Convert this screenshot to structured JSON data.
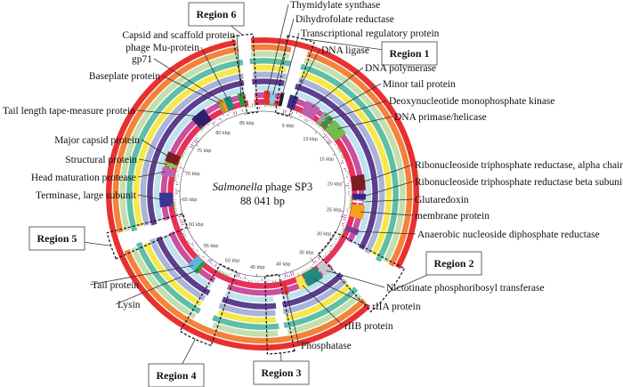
{
  "figure": {
    "genome_name_italic": "Salmonella",
    "genome_name_rest": " phage SP3",
    "genome_length": "88 041 bp",
    "genome_length_bp": 88041
  },
  "rings": {
    "colors": [
      "#e8312f",
      "#f4823a",
      "#c4dfae",
      "#5fbfa6",
      "#f6e84a",
      "#aab3d8",
      "#5c3f8f",
      "#bfe2ef",
      "#c9509e",
      "#e8305a"
    ]
  },
  "ticks": [
    {
      "kbp": 5,
      "label": "5 kbp"
    },
    {
      "kbp": 10,
      "label": "10 kbp"
    },
    {
      "kbp": 15,
      "label": "15 kbp"
    },
    {
      "kbp": 20,
      "label": "20 kbp"
    },
    {
      "kbp": 25,
      "label": "25 kbp"
    },
    {
      "kbp": 30,
      "label": "30 kbp"
    },
    {
      "kbp": 35,
      "label": "35 kbp"
    },
    {
      "kbp": 40,
      "label": "40 kbp"
    },
    {
      "kbp": 45,
      "label": "45 kbp"
    },
    {
      "kbp": 50,
      "label": "50 kbp"
    },
    {
      "kbp": 55,
      "label": "55 kbp"
    },
    {
      "kbp": 60,
      "label": "60 kbp"
    },
    {
      "kbp": 65,
      "label": "65 kbp"
    },
    {
      "kbp": 70,
      "label": "70 kbp"
    },
    {
      "kbp": 75,
      "label": "75 kbp"
    },
    {
      "kbp": 80,
      "label": "80 kbp"
    },
    {
      "kbp": 85,
      "label": "85 kbp"
    }
  ],
  "genes": [
    {
      "name": "Thymidylate synthase",
      "start_kbp": 0.2,
      "end_kbp": 1.0,
      "color": "#e8312f"
    },
    {
      "name": "Dihydrofolate reductase",
      "start_kbp": 1.1,
      "end_kbp": 1.8,
      "color": "#7fd3e6"
    },
    {
      "name": "Transcriptional regulatory protein",
      "start_kbp": 2.5,
      "end_kbp": 3.0,
      "color": "#222222"
    },
    {
      "name": "DNA ligase",
      "start_kbp": 3.8,
      "end_kbp": 5.0,
      "color": "#3b2f8a"
    },
    {
      "name": "DNA polymerase",
      "start_kbp": 6.2,
      "end_kbp": 8.3,
      "color": "#c060b0"
    },
    {
      "name": "Minor tail protein",
      "start_kbp": 9.0,
      "end_kbp": 9.7,
      "color": "#a0a0a0"
    },
    {
      "name": "Deoxynucleotide monophosphate kinase",
      "start_kbp": 9.8,
      "end_kbp": 10.6,
      "color": "#2e9a3c"
    },
    {
      "name": "DNA primase/helicase",
      "start_kbp": 10.8,
      "end_kbp": 13.2,
      "color": "#6cc04a"
    },
    {
      "name": "Ribonucleoside triphosphate reductase, alpha chain",
      "start_kbp": 19.3,
      "end_kbp": 21.5,
      "color": "#7b1e22"
    },
    {
      "name": "Ribonucleoside triphosphate reductase beta subunit",
      "start_kbp": 22.0,
      "end_kbp": 22.8,
      "color": "#2a2a8a"
    },
    {
      "name": "Glutaredoxin",
      "start_kbp": 23.0,
      "end_kbp": 23.3,
      "color": "#ffffff"
    },
    {
      "name": "membrane protein",
      "start_kbp": 23.6,
      "end_kbp": 25.5,
      "color": "#f7a11a"
    },
    {
      "name": "Anaerobic nucleoside diphosphate reductase",
      "start_kbp": 27.0,
      "end_kbp": 27.8,
      "color": "#7a3f99"
    },
    {
      "name": "Nictotinate phosphoribosyl transferase",
      "start_kbp": 33.6,
      "end_kbp": 35.0,
      "color": "#c8c8c8"
    },
    {
      "name": "rIIA protein",
      "start_kbp": 35.2,
      "end_kbp": 37.6,
      "color": "#1f8a7c"
    },
    {
      "name": "rIIB protein",
      "start_kbp": 37.7,
      "end_kbp": 38.8,
      "color": "#f6e84a"
    },
    {
      "name": "Phosphatase",
      "start_kbp": 40.4,
      "end_kbp": 41.0,
      "color": "#e8312f"
    },
    {
      "name": "Lysin",
      "start_kbp": 53.6,
      "end_kbp": 54.2,
      "color": "#2e9a3c"
    },
    {
      "name": "Tail protein",
      "start_kbp": 54.2,
      "end_kbp": 55.4,
      "color": "#5bb8dd"
    },
    {
      "name": "Terminase, large subunit",
      "start_kbp": 64.2,
      "end_kbp": 66.2,
      "color": "#3b3596"
    },
    {
      "name": "Head maturation protease",
      "start_kbp": 68.6,
      "end_kbp": 69.8,
      "color": "#c060b0"
    },
    {
      "name": "Structural protein",
      "start_kbp": 70.0,
      "end_kbp": 70.5,
      "color": "#7bd13a"
    },
    {
      "name": "Major capsid protein",
      "start_kbp": 70.6,
      "end_kbp": 72.0,
      "color": "#7b1e22"
    },
    {
      "name": "Tail length tape-measure protein",
      "start_kbp": 77.4,
      "end_kbp": 79.6,
      "color": "#2e1f6e"
    },
    {
      "name": "Baseplate protein",
      "start_kbp": 81.6,
      "end_kbp": 82.2,
      "color": "#a89a3a"
    },
    {
      "name": "gp71",
      "start_kbp": 82.2,
      "end_kbp": 82.6,
      "color": "#f7a11a"
    },
    {
      "name": "phage Mu-protein",
      "start_kbp": 82.6,
      "end_kbp": 83.6,
      "color": "#1f8a7c"
    },
    {
      "name": "Capsid and scaffold protein",
      "start_kbp": 84.6,
      "end_kbp": 85.4,
      "color": "#2e9a3c"
    }
  ],
  "labels": [
    {
      "text": "Thymidylate synthase",
      "gene": 0
    },
    {
      "text": "Dihydrofolate reductase",
      "gene": 1
    },
    {
      "text": "Transcriptional regulatory protein",
      "gene": 2
    },
    {
      "text": "DNA ligase",
      "gene": 3
    },
    {
      "text": "DNA polymerase",
      "gene": 4
    },
    {
      "text": "Minor  tail protein",
      "gene": 5
    },
    {
      "text": "Deoxynucleotide monophosphate kinase",
      "gene": 6
    },
    {
      "text": "DNA primase/helicase",
      "gene": 7
    },
    {
      "text": "Ribonucleoside triphosphate reductase, alpha chain",
      "gene": 8
    },
    {
      "text": "Ribonucleoside triphosphate reductase beta subunit",
      "gene": 9
    },
    {
      "text": "Glutaredoxin",
      "gene": 10
    },
    {
      "text": "membrane protein",
      "gene": 11
    },
    {
      "text": "Anaerobic nucleoside diphosphate reductase",
      "gene": 12
    },
    {
      "text": "Nictotinate phosphoribosyl transferase",
      "gene": 13
    },
    {
      "text": "rIIA protein",
      "gene": 14
    },
    {
      "text": "rIIB protein",
      "gene": 15
    },
    {
      "text": "Phosphatase",
      "gene": 16
    },
    {
      "text": "Lysin",
      "gene": 17
    },
    {
      "text": "Tail protein",
      "gene": 18
    },
    {
      "text": "Terminase,  large subunit",
      "gene": 19
    },
    {
      "text": "Head maturation protease",
      "gene": 20
    },
    {
      "text": "Structural  protein",
      "gene": 21
    },
    {
      "text": "Major  capsid protein",
      "gene": 22
    },
    {
      "text": "Tail  length tape-measure protein",
      "gene": 23
    },
    {
      "text": "Baseplate  protein",
      "gene": 24
    },
    {
      "text": "gp71",
      "gene": 25
    },
    {
      "text": "phage Mu-protein",
      "gene": 26
    },
    {
      "text": "Capsid and scaffold protein",
      "gene": 27
    }
  ],
  "regions": [
    {
      "label": "Region 1",
      "start_kbp": 2.2,
      "end_kbp": 4.6
    },
    {
      "label": "Region 2",
      "start_kbp": 28.8,
      "end_kbp": 33.6
    },
    {
      "label": "Region 3",
      "start_kbp": 41.2,
      "end_kbp": 43.6
    },
    {
      "label": "Region 4",
      "start_kbp": 48.6,
      "end_kbp": 51.6
    },
    {
      "label": "Region 5",
      "start_kbp": 60.2,
      "end_kbp": 62.6
    },
    {
      "label": "Region 6",
      "start_kbp": 85.4,
      "end_kbp": 87.2
    }
  ],
  "gaps": [
    {
      "ring_from": 0,
      "ring_to": 9,
      "start_kbp": 85.6,
      "end_kbp": 87.0
    },
    {
      "ring_from": 1,
      "ring_to": 9,
      "start_kbp": 2.6,
      "end_kbp": 4.4
    },
    {
      "ring_from": 0,
      "ring_to": 8,
      "start_kbp": 29.0,
      "end_kbp": 33.4
    },
    {
      "ring_from": 2,
      "ring_to": 7,
      "start_kbp": 41.4,
      "end_kbp": 42.6
    },
    {
      "ring_from": 2,
      "ring_to": 8,
      "start_kbp": 49.0,
      "end_kbp": 51.2
    },
    {
      "ring_from": 1,
      "ring_to": 8,
      "start_kbp": 60.4,
      "end_kbp": 62.4
    }
  ]
}
